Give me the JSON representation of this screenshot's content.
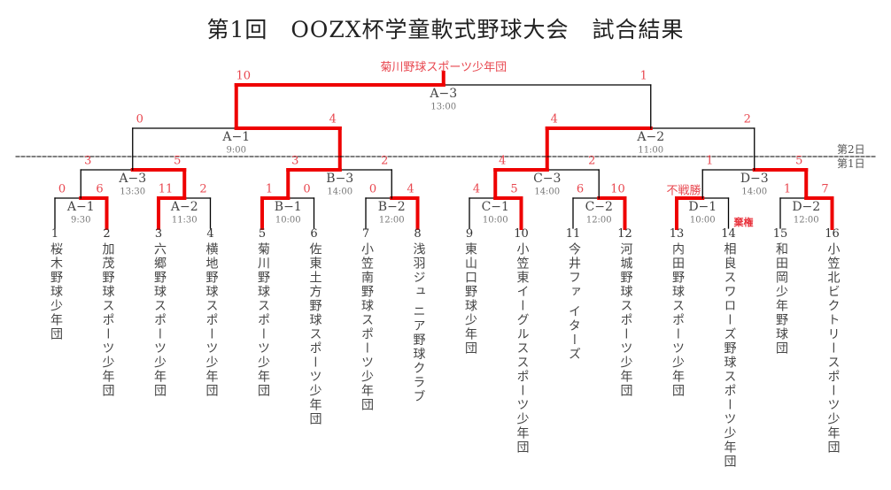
{
  "title": "第1回　OOZX杯学童軟式野球大会　試合結果",
  "champion": "菊川野球スポーツ少年団",
  "day_labels": {
    "day2": "第2日",
    "day1": "第1日"
  },
  "colors": {
    "winner": "#ee0000",
    "line": "#000000",
    "score": "#e8474f"
  },
  "teams": [
    {
      "no": "1",
      "name": "桜木野球少年団"
    },
    {
      "no": "2",
      "name": "加茂野球スポーツ少年団"
    },
    {
      "no": "3",
      "name": "六郷野球スポーツ少年団"
    },
    {
      "no": "4",
      "name": "横地野球スポーツ少年団"
    },
    {
      "no": "5",
      "name": "菊川野球スポーツ少年団"
    },
    {
      "no": "6",
      "name": "佐東土方野球スポーツ少年団"
    },
    {
      "no": "7",
      "name": "小笠南野球スポーツ少年団"
    },
    {
      "no": "8",
      "name": "浅羽ジュ ニア野球クラブ"
    },
    {
      "no": "9",
      "name": "東山口野球少年団"
    },
    {
      "no": "10",
      "name": "小笠東イーグルススポーツ少年団"
    },
    {
      "no": "11",
      "name": "今井ファ イターズ"
    },
    {
      "no": "12",
      "name": "河城野球スポーツ少年団"
    },
    {
      "no": "13",
      "name": "内田野球スポーツ少年団"
    },
    {
      "no": "14",
      "name": "相良スワローズ野球スポーツ少年団"
    },
    {
      "no": "15",
      "name": "和田岡少年野球団"
    },
    {
      "no": "16",
      "name": "小笠北ビクトリースポーツ少年団"
    }
  ],
  "rounds": [
    [
      {
        "label": "A−1",
        "time": "9:30",
        "left": "0",
        "right": "6",
        "winner": "right"
      },
      {
        "label": "A−2",
        "time": "11:30",
        "left": "11",
        "right": "2",
        "winner": "left"
      },
      {
        "label": "B−1",
        "time": "10:00",
        "left": "1",
        "right": "0",
        "winner": "left"
      },
      {
        "label": "B−2",
        "time": "12:00",
        "left": "0",
        "right": "4",
        "winner": "right"
      },
      {
        "label": "C−1",
        "time": "10:00",
        "left": "4",
        "right": "5",
        "winner": "right"
      },
      {
        "label": "C−2",
        "time": "12:00",
        "left": "6",
        "right": "10",
        "winner": "right"
      },
      {
        "label": "D−1",
        "time": "10:00",
        "left": "不戦勝",
        "right": "",
        "winner": "left",
        "note": "棄権"
      },
      {
        "label": "D−2",
        "time": "12:00",
        "left": "1",
        "right": "7",
        "winner": "right"
      }
    ],
    [
      {
        "label": "A−3",
        "time": "13:30",
        "left": "3",
        "right": "5",
        "winner": "right"
      },
      {
        "label": "B−3",
        "time": "14:00",
        "left": "3",
        "right": "2",
        "winner": "left"
      },
      {
        "label": "C−3",
        "time": "14:00",
        "left": "4",
        "right": "2",
        "winner": "left"
      },
      {
        "label": "D−3",
        "time": "14:00",
        "left": "1",
        "right": "5",
        "winner": "right"
      }
    ],
    [
      {
        "label": "A−1",
        "time": "9:00",
        "left": "0",
        "right": "4",
        "winner": "right"
      },
      {
        "label": "A−2",
        "time": "11:00",
        "left": "4",
        "right": "2",
        "winner": "left"
      }
    ],
    [
      {
        "label": "A−3",
        "time": "13:00",
        "left": "10",
        "right": "1",
        "winner": "left"
      }
    ]
  ]
}
